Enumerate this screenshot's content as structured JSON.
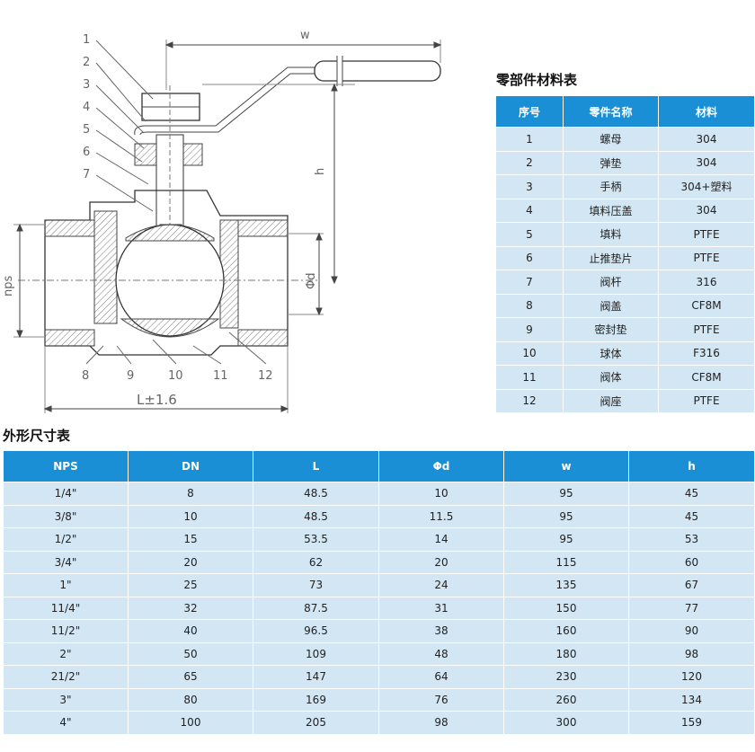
{
  "drawing": {
    "callouts": [
      "1",
      "2",
      "3",
      "4",
      "5",
      "6",
      "7",
      "8",
      "9",
      "10",
      "11",
      "12"
    ],
    "dim_w": "w",
    "dim_h": "h",
    "dim_nps": "nps",
    "dim_d": "Φd",
    "dim_L": "L±1.6"
  },
  "parts_table": {
    "title": "零部件材料表",
    "headers": [
      "序号",
      "零件名称",
      "材料"
    ],
    "rows": [
      [
        "1",
        "螺母",
        "304"
      ],
      [
        "2",
        "弹垫",
        "304"
      ],
      [
        "3",
        "手柄",
        "304+塑料"
      ],
      [
        "4",
        "填料压盖",
        "304"
      ],
      [
        "5",
        "填料",
        "PTFE"
      ],
      [
        "6",
        "止推垫片",
        "PTFE"
      ],
      [
        "7",
        "阀杆",
        "316"
      ],
      [
        "8",
        "阀盖",
        "CF8M"
      ],
      [
        "9",
        "密封垫",
        "PTFE"
      ],
      [
        "10",
        "球体",
        "F316"
      ],
      [
        "11",
        "阀体",
        "CF8M"
      ],
      [
        "12",
        "阀座",
        "PTFE"
      ]
    ]
  },
  "dims_table": {
    "title": "外形尺寸表",
    "headers": [
      "NPS",
      "DN",
      "L",
      "Φd",
      "w",
      "h"
    ],
    "rows": [
      [
        "1/4\"",
        "8",
        "48.5",
        "10",
        "95",
        "45"
      ],
      [
        "3/8\"",
        "10",
        "48.5",
        "11.5",
        "95",
        "45"
      ],
      [
        "1/2\"",
        "15",
        "53.5",
        "14",
        "95",
        "53"
      ],
      [
        "3/4\"",
        "20",
        "62",
        "20",
        "115",
        "60"
      ],
      [
        "1\"",
        "25",
        "73",
        "24",
        "135",
        "67"
      ],
      [
        "11/4\"",
        "32",
        "87.5",
        "31",
        "150",
        "77"
      ],
      [
        "11/2\"",
        "40",
        "96.5",
        "38",
        "160",
        "90"
      ],
      [
        "2\"",
        "50",
        "109",
        "48",
        "180",
        "98"
      ],
      [
        "21/2\"",
        "65",
        "147",
        "64",
        "230",
        "120"
      ],
      [
        "3\"",
        "80",
        "169",
        "76",
        "260",
        "134"
      ],
      [
        "4\"",
        "100",
        "205",
        "98",
        "300",
        "159"
      ]
    ]
  }
}
